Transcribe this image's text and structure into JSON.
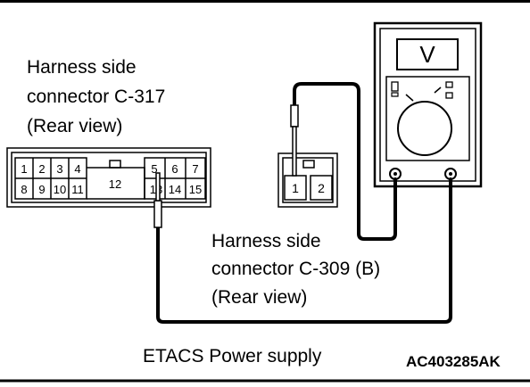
{
  "labels": {
    "c317_line1": "Harness side",
    "c317_line2": "connector C-317",
    "c317_line3": "(Rear view)",
    "c309_line1": "Harness side",
    "c309_line2": "connector C-309 (B)",
    "c309_line3": "(Rear view)"
  },
  "meter": {
    "display": "V"
  },
  "connector_c317": {
    "top_row_left": [
      "1",
      "2",
      "3",
      "4"
    ],
    "center": "12",
    "top_row_right": [
      "5",
      "6",
      "7"
    ],
    "bottom_row_left": [
      "8",
      "9",
      "10",
      "11"
    ],
    "bottom_row_right": [
      "13",
      "14",
      "15"
    ]
  },
  "connector_c309": {
    "pins": [
      "1",
      "2"
    ]
  },
  "caption": "ETACS Power supply",
  "code": "AC403285AK"
}
